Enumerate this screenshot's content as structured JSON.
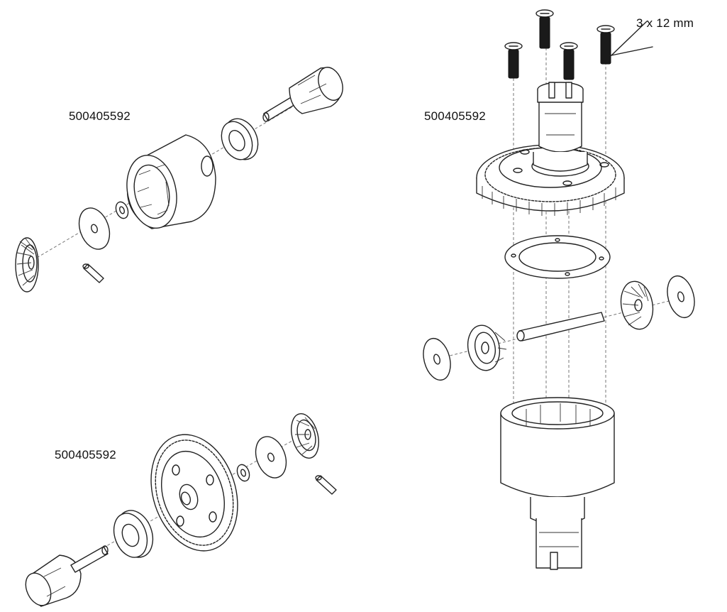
{
  "labels": {
    "part_number_a": "500405592",
    "part_number_b": "500405592",
    "part_number_c": "500405592",
    "screw_spec": "3 x 12 mm"
  },
  "icons": [
    "bevel-gear-icon",
    "shim-washer-icon",
    "cross-pin-icon",
    "diff-case-icon",
    "ball-bearing-icon",
    "output-cup-icon",
    "spur-gear-icon",
    "gasket-icon",
    "flat-head-screw-icon"
  ]
}
